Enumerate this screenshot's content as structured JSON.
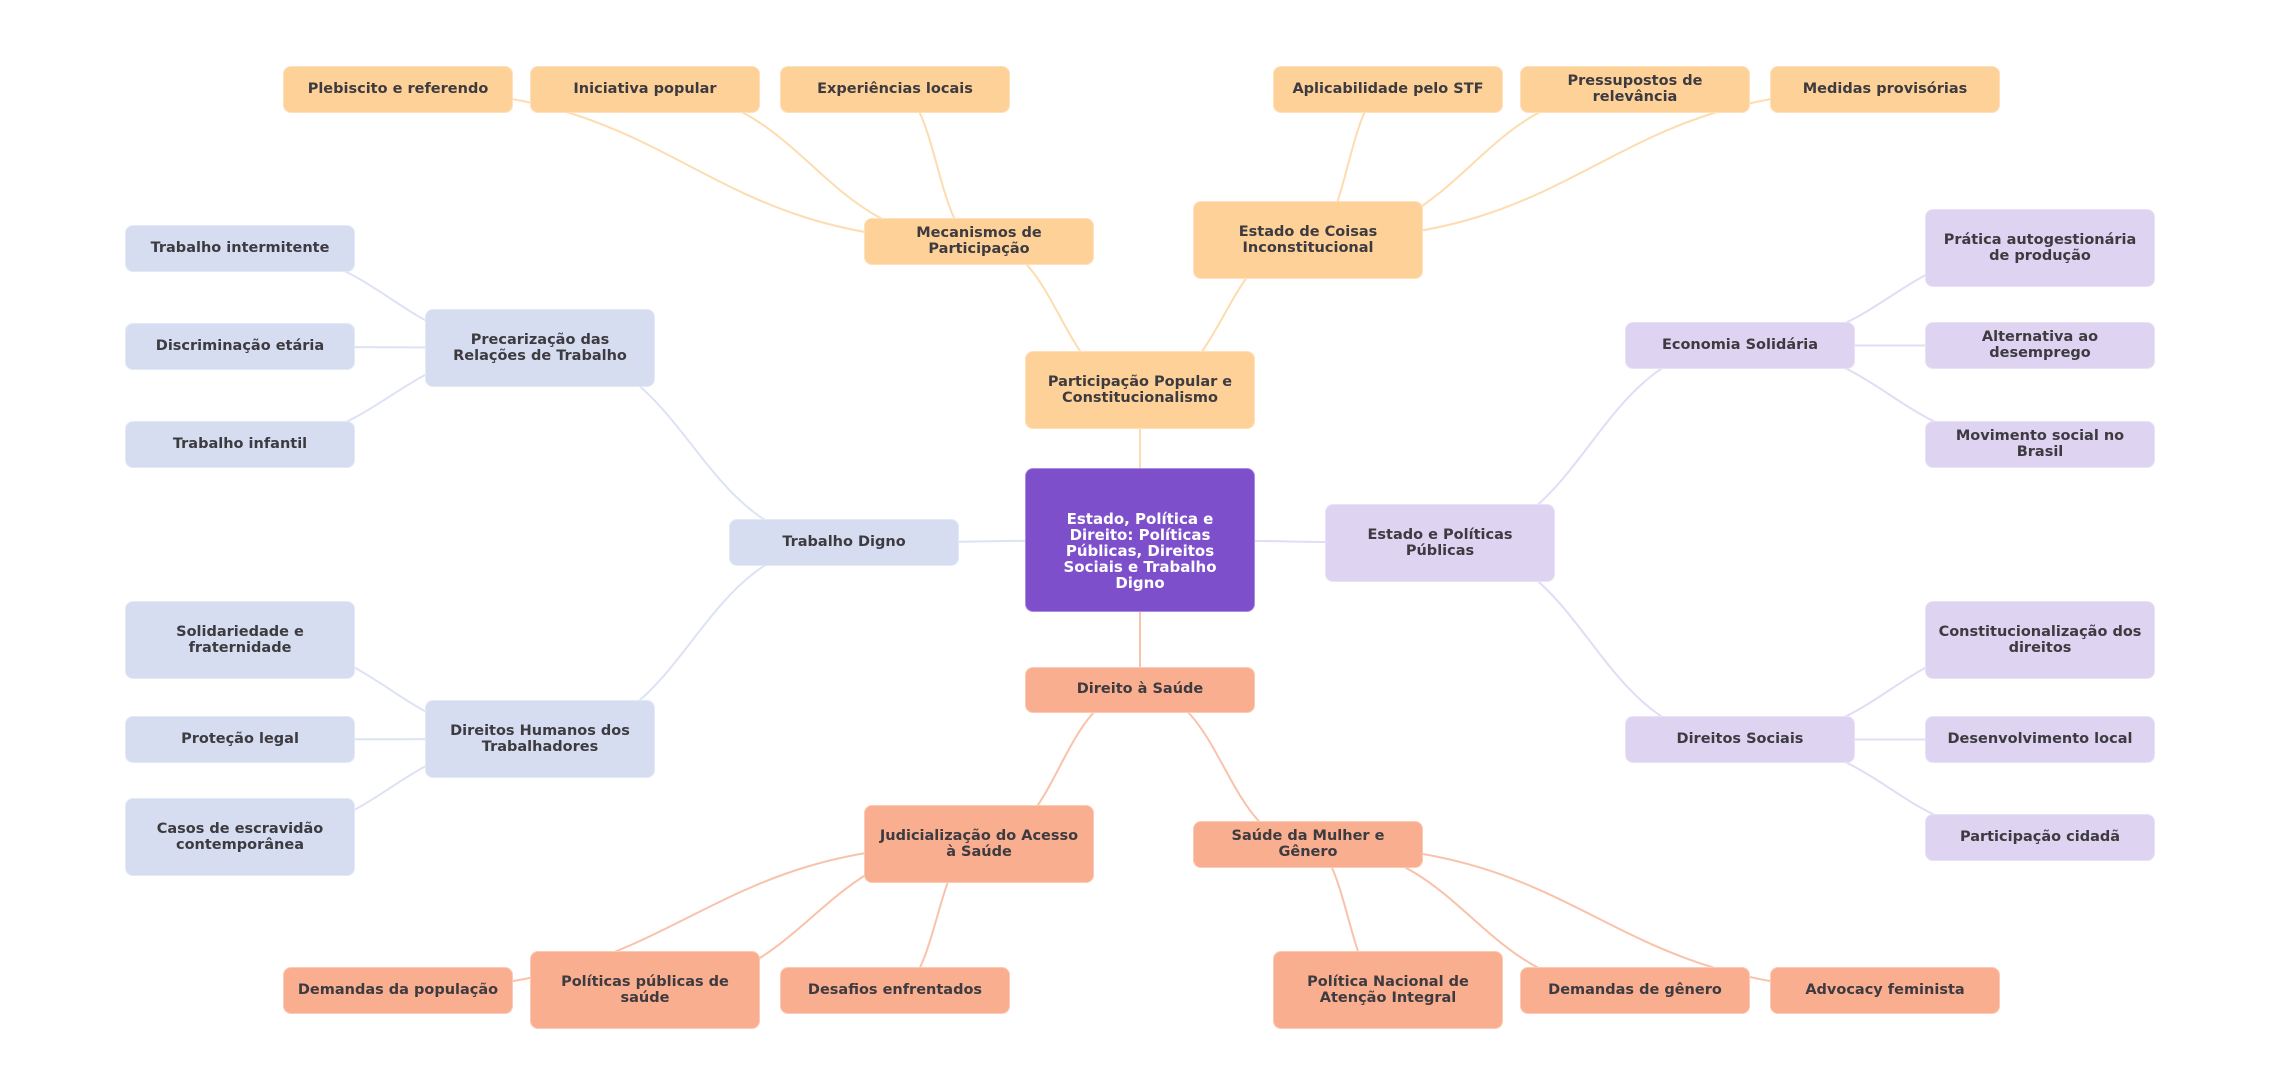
{
  "mindmap": {
    "root": {
      "id": "root",
      "label": "Estado, Política e Direito: Políticas Públicas, Direitos Sociais e Trabalho Digno"
    },
    "colors": {
      "root": "#7e4fcb",
      "orange": "#fdd197",
      "salmon": "#f9ae8f",
      "blue": "#d6ddf1",
      "lavender": "#ded3f1",
      "link_orange": "#fddcb0",
      "link_salmon": "#f9c2aa",
      "link_blue": "#dde3f5",
      "link_lavender": "#e4dbf5"
    },
    "nodes": [
      {
        "id": "participacao",
        "parent": "root",
        "branch": "orange",
        "label": "Participação Popular e Constitucionalismo"
      },
      {
        "id": "mecanismos",
        "parent": "participacao",
        "branch": "orange",
        "label": "Mecanismos de Participação"
      },
      {
        "id": "plebiscito",
        "parent": "mecanismos",
        "branch": "orange",
        "label": "Plebiscito e referendo"
      },
      {
        "id": "iniciativa",
        "parent": "mecanismos",
        "branch": "orange",
        "label": "Iniciativa popular"
      },
      {
        "id": "experiencias",
        "parent": "mecanismos",
        "branch": "orange",
        "label": "Experiências locais"
      },
      {
        "id": "coisas",
        "parent": "participacao",
        "branch": "orange",
        "label": "Estado de Coisas Inconstitucional"
      },
      {
        "id": "aplicabilidade",
        "parent": "coisas",
        "branch": "orange",
        "label": "Aplicabilidade pelo STF"
      },
      {
        "id": "pressupostos",
        "parent": "coisas",
        "branch": "orange",
        "label": "Pressupostos de relevância"
      },
      {
        "id": "medidas",
        "parent": "coisas",
        "branch": "orange",
        "label": "Medidas provisórias"
      },
      {
        "id": "trabalho",
        "parent": "root",
        "branch": "blue",
        "label": "Trabalho Digno"
      },
      {
        "id": "precarizacao",
        "parent": "trabalho",
        "branch": "blue",
        "label": "Precarização das Relações de Trabalho"
      },
      {
        "id": "intermitente",
        "parent": "precarizacao",
        "branch": "blue",
        "label": "Trabalho intermitente"
      },
      {
        "id": "discriminacao",
        "parent": "precarizacao",
        "branch": "blue",
        "label": "Discriminação etária"
      },
      {
        "id": "infantil",
        "parent": "precarizacao",
        "branch": "blue",
        "label": "Trabalho infantil"
      },
      {
        "id": "direitos-humanos",
        "parent": "trabalho",
        "branch": "blue",
        "label": "Direitos Humanos dos Trabalhadores"
      },
      {
        "id": "solidariedade",
        "parent": "direitos-humanos",
        "branch": "blue",
        "label": "Solidariedade e fraternidade"
      },
      {
        "id": "protecao",
        "parent": "direitos-humanos",
        "branch": "blue",
        "label": "Proteção legal"
      },
      {
        "id": "escravidao",
        "parent": "direitos-humanos",
        "branch": "blue",
        "label": "Casos de escravidão contemporânea"
      },
      {
        "id": "estado-pp",
        "parent": "root",
        "branch": "lavender",
        "label": "Estado e Políticas Públicas"
      },
      {
        "id": "economia",
        "parent": "estado-pp",
        "branch": "lavender",
        "label": "Economia Solidária"
      },
      {
        "id": "autogestao",
        "parent": "economia",
        "branch": "lavender",
        "label": "Prática autogestionária de produção"
      },
      {
        "id": "alternativa",
        "parent": "economia",
        "branch": "lavender",
        "label": "Alternativa ao desemprego"
      },
      {
        "id": "movimento",
        "parent": "economia",
        "branch": "lavender",
        "label": "Movimento social no Brasil"
      },
      {
        "id": "direitos-sociais",
        "parent": "estado-pp",
        "branch": "lavender",
        "label": "Direitos Sociais"
      },
      {
        "id": "constitucionalizacao",
        "parent": "direitos-sociais",
        "branch": "lavender",
        "label": "Constitucionalização dos direitos"
      },
      {
        "id": "desenvolvimento",
        "parent": "direitos-sociais",
        "branch": "lavender",
        "label": "Desenvolvimento local"
      },
      {
        "id": "participacao-cidada",
        "parent": "direitos-sociais",
        "branch": "lavender",
        "label": "Participação cidadã"
      },
      {
        "id": "saude",
        "parent": "root",
        "branch": "salmon",
        "label": "Direito à Saúde"
      },
      {
        "id": "judicializacao",
        "parent": "saude",
        "branch": "salmon",
        "label": "Judicialização do Acesso à Saúde"
      },
      {
        "id": "demandas-populacao",
        "parent": "judicializacao",
        "branch": "salmon",
        "label": "Demandas da população"
      },
      {
        "id": "politicas-saude",
        "parent": "judicializacao",
        "branch": "salmon",
        "label": "Políticas públicas de saúde"
      },
      {
        "id": "desafios",
        "parent": "judicializacao",
        "branch": "salmon",
        "label": "Desafios enfrentados"
      },
      {
        "id": "mulher",
        "parent": "saude",
        "branch": "salmon",
        "label": "Saúde da Mulher e Gênero"
      },
      {
        "id": "politica-nacional",
        "parent": "mulher",
        "branch": "salmon",
        "label": "Política Nacional de Atenção Integral"
      },
      {
        "id": "demandas-genero",
        "parent": "mulher",
        "branch": "salmon",
        "label": "Demandas de gênero"
      },
      {
        "id": "advocacy",
        "parent": "mulher",
        "branch": "salmon",
        "label": "Advocacy feminista"
      }
    ]
  }
}
